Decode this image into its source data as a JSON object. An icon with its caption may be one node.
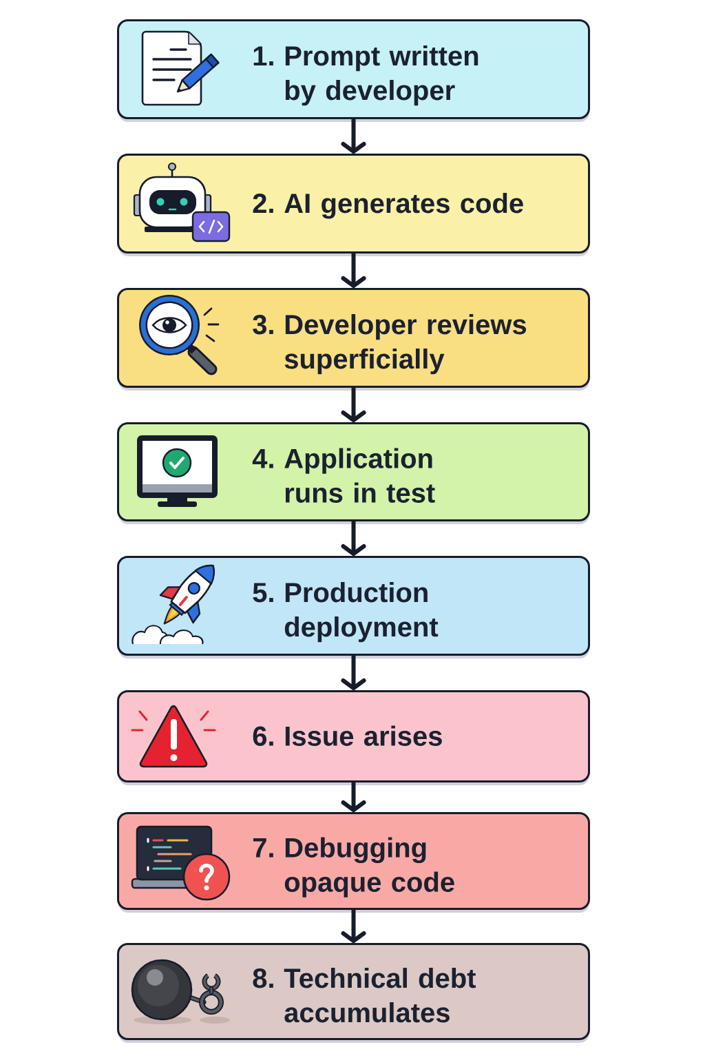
{
  "diagram": {
    "nodes": [
      {
        "text": [
          "1.",
          "Prompt written by developer"
        ]
      },
      {
        "text": [
          "2.",
          "AI generates code"
        ]
      },
      {
        "text": [
          "3.",
          "Developer reviews superficially"
        ]
      },
      {
        "text": [
          "4.",
          "Application runs in test"
        ]
      },
      {
        "text": [
          "5.",
          "Production deployment"
        ]
      },
      {
        "text": [
          "6.",
          "Issue arises"
        ]
      },
      {
        "text": [
          "7.",
          "Debugging opaque code"
        ]
      },
      {
        "text": [
          "8.",
          "Technical debt accumulates"
        ]
      }
    ],
    "edges": [
      {
        "from": 0,
        "to": 1,
        "arrow": "to"
      },
      {
        "from": 1,
        "to": 2,
        "arrow": "to"
      },
      {
        "from": 2,
        "to": 3,
        "arrow": "to"
      },
      {
        "from": 3,
        "to": 4,
        "arrow": "to"
      },
      {
        "from": 4,
        "to": 5,
        "arrow": "to"
      },
      {
        "from": 5,
        "to": 6,
        "arrow": "to"
      },
      {
        "from": 6,
        "to": 7,
        "arrow": "to"
      }
    ]
  }
}
